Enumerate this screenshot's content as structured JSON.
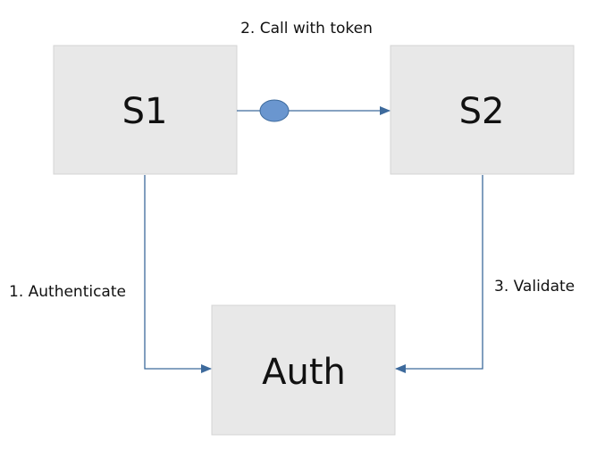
{
  "diagram": {
    "nodes": {
      "s1": {
        "label": "S1"
      },
      "s2": {
        "label": "S2"
      },
      "auth": {
        "label": "Auth"
      }
    },
    "edges": {
      "call_with_token": {
        "label": "2. Call with token",
        "from": "S1",
        "to": "S2"
      },
      "authenticate": {
        "label": "1. Authenticate",
        "from": "S1",
        "to": "Auth"
      },
      "validate": {
        "label": "3. Validate",
        "from": "S2",
        "to": "Auth"
      }
    },
    "colors": {
      "node_fill": "#e8e8e8",
      "node_border": "#d4d4d4",
      "edge": "#3d6a9c",
      "token_fill": "#6a96cf",
      "token_stroke": "#3d6a9c",
      "text": "#111111"
    }
  }
}
